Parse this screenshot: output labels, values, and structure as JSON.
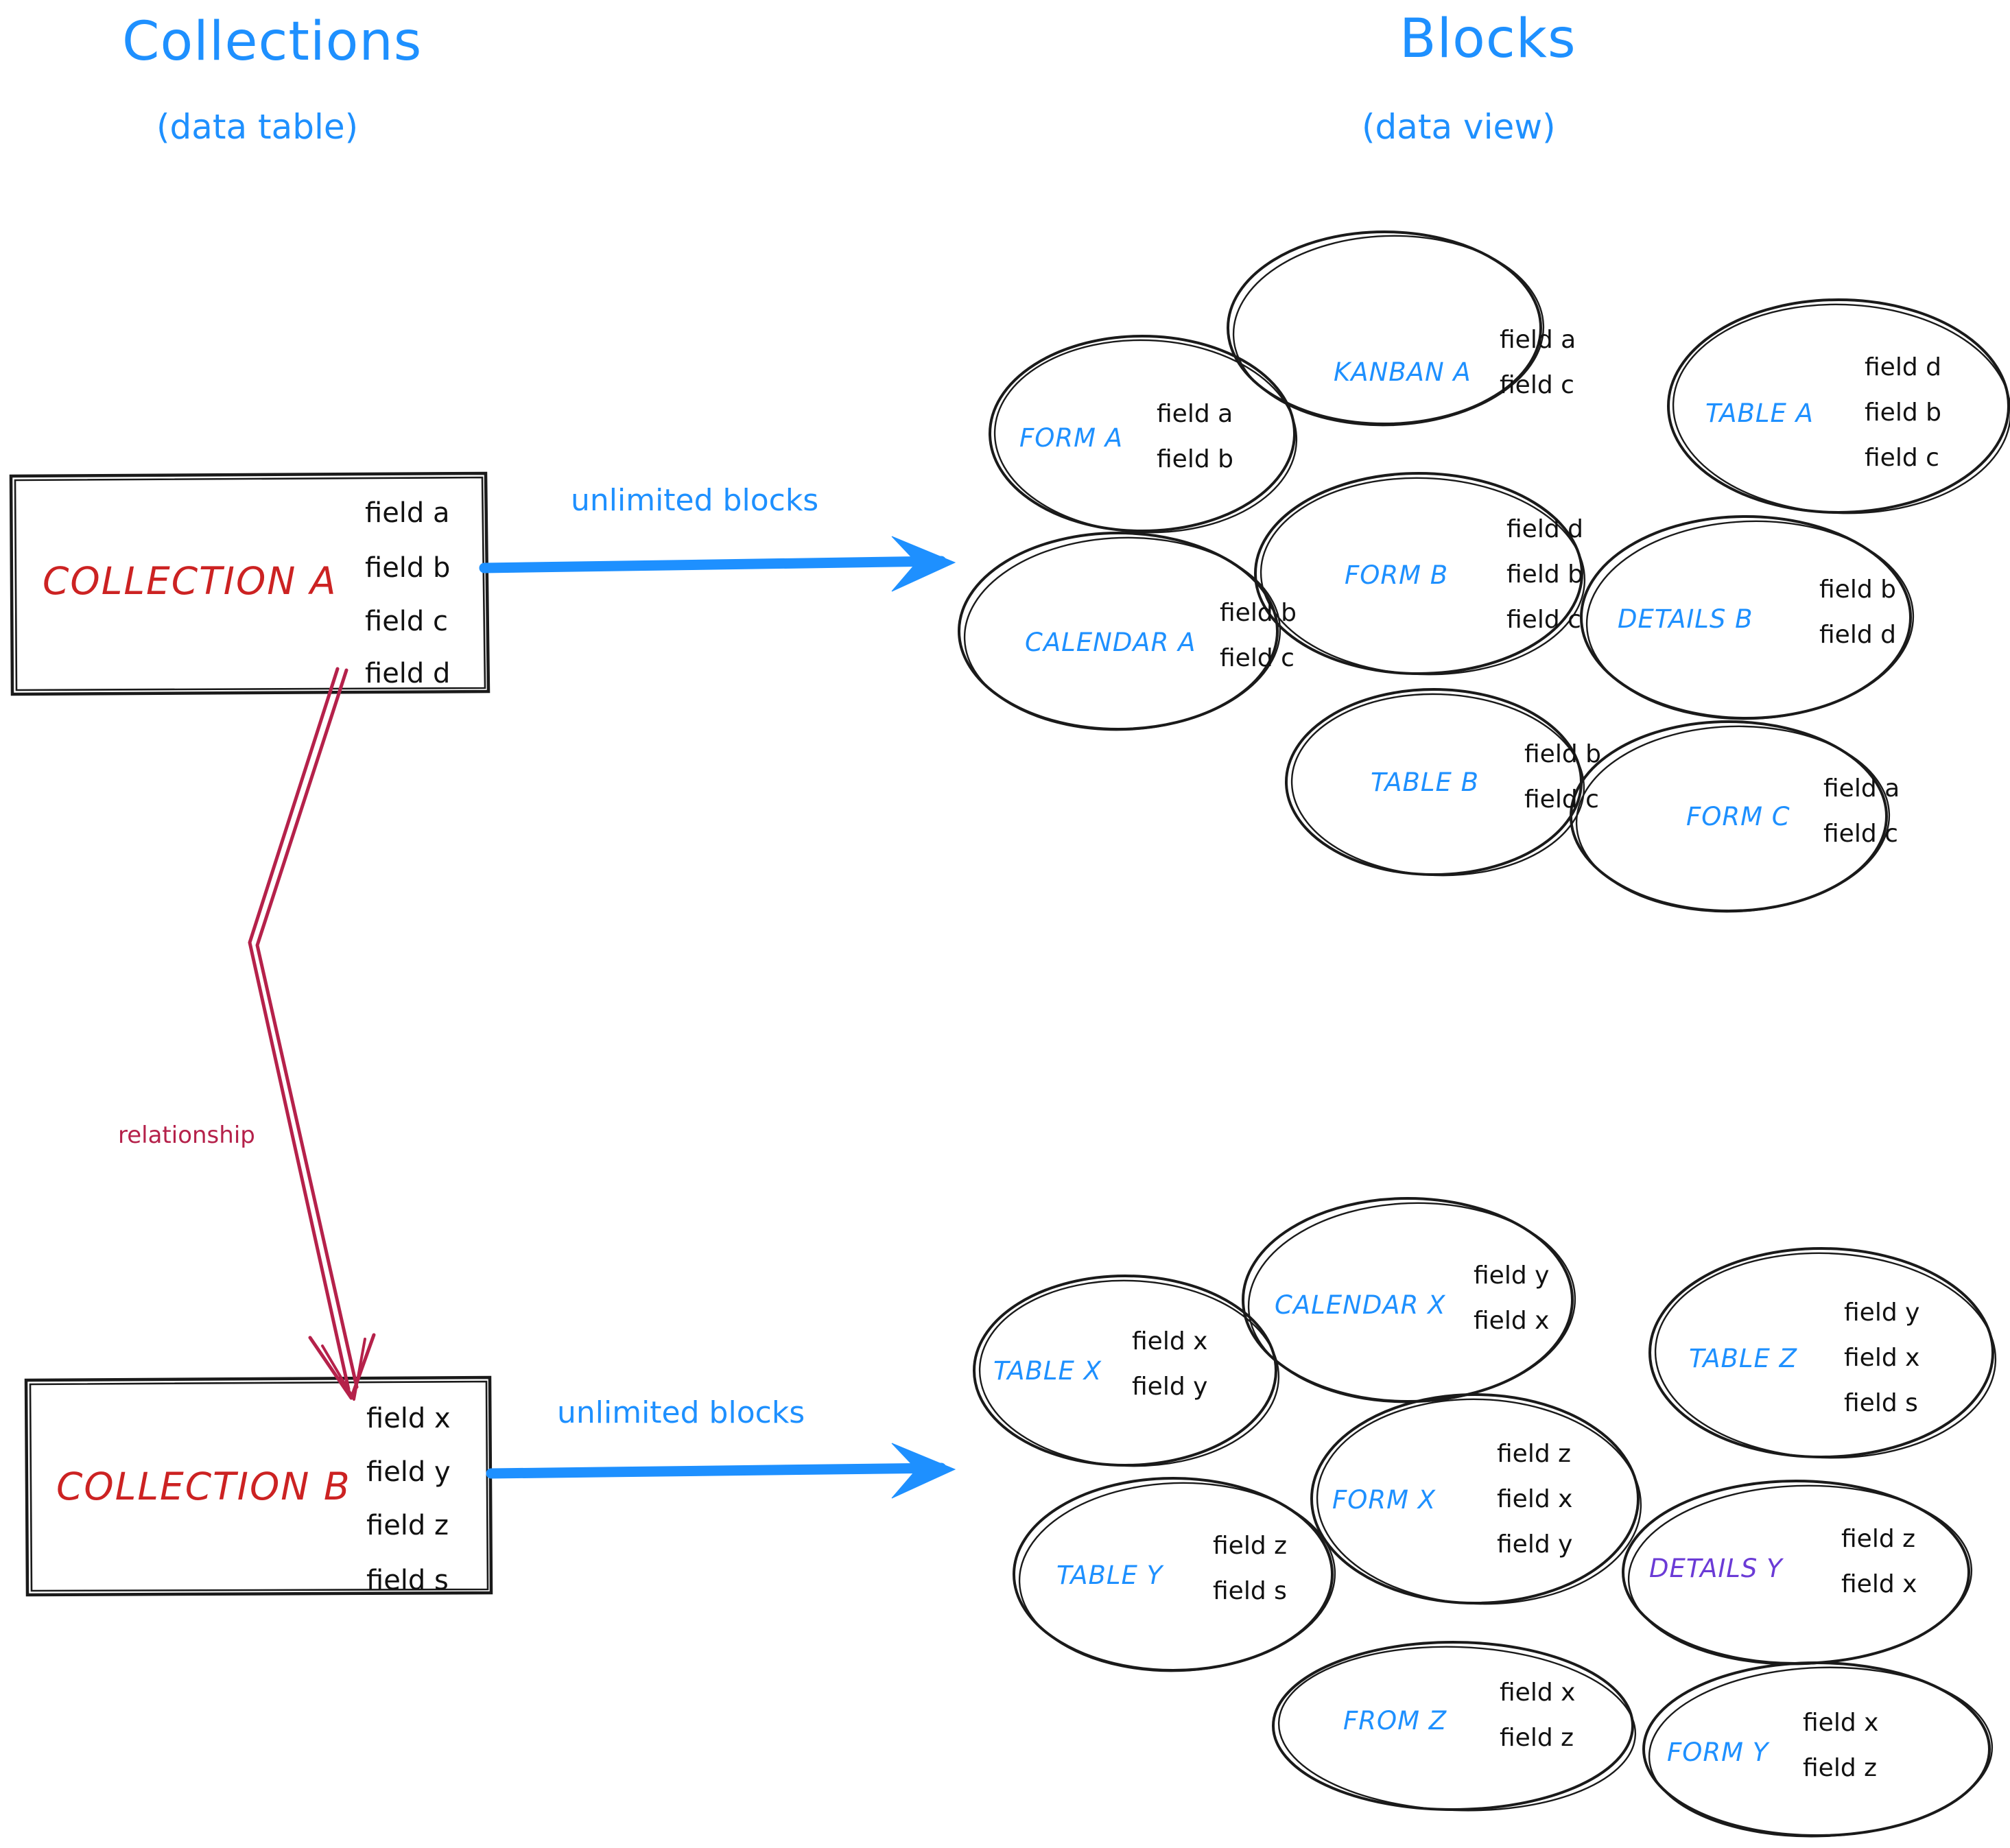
{
  "columns": {
    "left": {
      "title": "Collections",
      "subtitle": "(data table)"
    },
    "right": {
      "title": "Blocks",
      "subtitle": "(data view)"
    }
  },
  "arrows": {
    "top_label": "unlimited blocks",
    "bottom_label": "unlimited blocks",
    "relationship_label": "relationship",
    "accent_color": "#1e90ff",
    "relationship_color": "#b5214a"
  },
  "collections": [
    {
      "name": "COLLECTION A",
      "name_color": "#cc2222",
      "fields": [
        "field a",
        "field b",
        "field c",
        "field d"
      ]
    },
    {
      "name": "COLLECTION B",
      "name_color": "#cc2222",
      "fields": [
        "field x",
        "field y",
        "field z",
        "field s"
      ]
    }
  ],
  "block_groups": [
    {
      "source": "COLLECTION A",
      "blocks": [
        {
          "name": "FORM A",
          "color": "#1e90ff",
          "fields": [
            "field a",
            "field b"
          ]
        },
        {
          "name": "KANBAN A",
          "color": "#1e90ff",
          "fields": [
            "field a",
            "field c"
          ]
        },
        {
          "name": "TABLE A",
          "color": "#1e90ff",
          "fields": [
            "field d",
            "field b",
            "field c"
          ]
        },
        {
          "name": "CALENDAR A",
          "color": "#1e90ff",
          "fields": [
            "field b",
            "field c"
          ]
        },
        {
          "name": "FORM B",
          "color": "#1e90ff",
          "fields": [
            "field d",
            "field b",
            "field c"
          ]
        },
        {
          "name": "DETAILS B",
          "color": "#1e90ff",
          "fields": [
            "field b",
            "field d"
          ]
        },
        {
          "name": "TABLE B",
          "color": "#1e90ff",
          "fields": [
            "field b",
            "field c"
          ]
        },
        {
          "name": "FORM C",
          "color": "#1e90ff",
          "fields": [
            "field a",
            "field c"
          ]
        }
      ]
    },
    {
      "source": "COLLECTION B",
      "blocks": [
        {
          "name": "TABLE X",
          "color": "#1e90ff",
          "fields": [
            "field x",
            "field y"
          ]
        },
        {
          "name": "CALENDAR X",
          "color": "#1e90ff",
          "fields": [
            "field y",
            "field x"
          ]
        },
        {
          "name": "TABLE Z",
          "color": "#1e90ff",
          "fields": [
            "field y",
            "field x",
            "field s"
          ]
        },
        {
          "name": "TABLE Y",
          "color": "#1e90ff",
          "fields": [
            "field z",
            "field s"
          ]
        },
        {
          "name": "FORM X",
          "color": "#1e90ff",
          "fields": [
            "field z",
            "field x",
            "field y"
          ]
        },
        {
          "name": "DETAILS Y",
          "color": "#6b3bd6",
          "fields": [
            "field z",
            "field x"
          ]
        },
        {
          "name": "FROM Z",
          "color": "#1e90ff",
          "fields": [
            "field x",
            "field z"
          ]
        },
        {
          "name": "FORM Y",
          "color": "#1e90ff",
          "fields": [
            "field x",
            "field z"
          ]
        }
      ]
    }
  ]
}
